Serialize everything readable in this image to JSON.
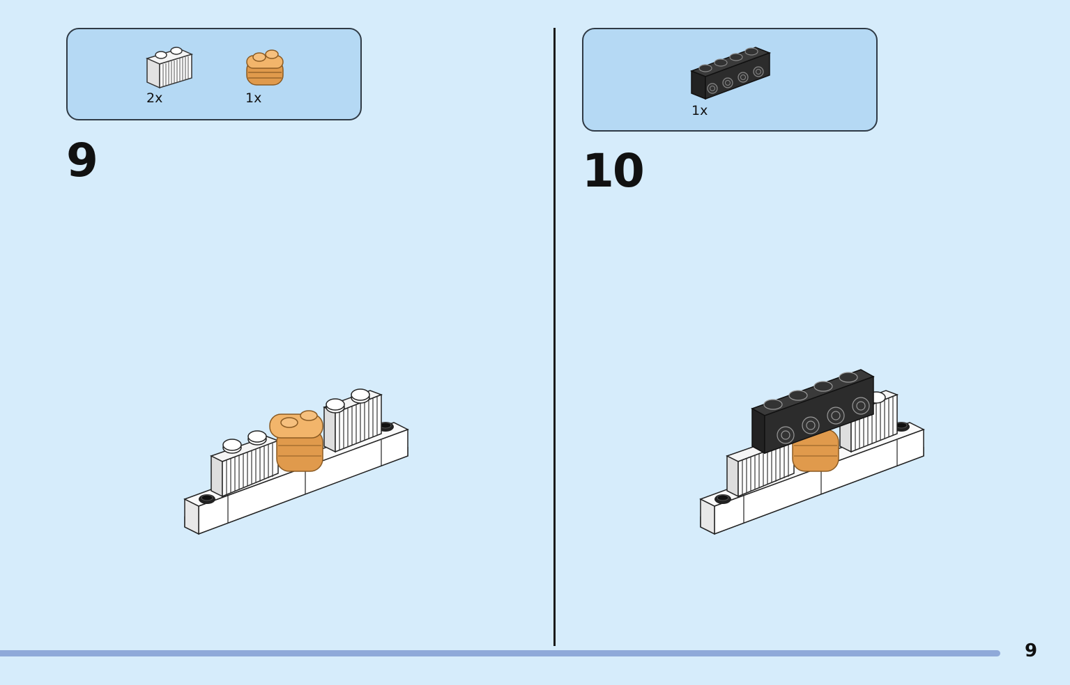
{
  "steps": [
    {
      "number": "9",
      "parts": [
        {
          "icon": "white-grille-brick-1x2",
          "color": "#f4f4f4",
          "qty": "2x"
        },
        {
          "icon": "tan-round-plate-stack",
          "color": "#e5a557",
          "qty": "1x"
        }
      ]
    },
    {
      "number": "10",
      "parts": [
        {
          "icon": "black-brick-1x4-side-studs",
          "color": "#2b2b2b",
          "qty": "1x"
        }
      ]
    }
  ],
  "page_number": "9",
  "colors": {
    "background": "#d6ecfb",
    "parts_box": "#b5d9f4",
    "accent_orange": "#d2691e",
    "bottom_bar": "#8fa9d9"
  }
}
